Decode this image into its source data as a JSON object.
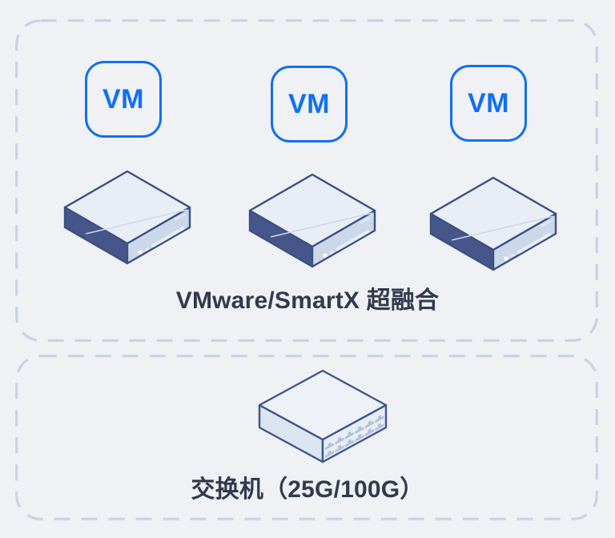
{
  "diagram": {
    "background_color": "#eff1f5",
    "frame_dash_color": "#c9d2e2",
    "accent_blue": "#1170ef",
    "label_text_color": "#333a4c",
    "server_dark_face_color": "#46568a",
    "server_outline_color": "#3b5082",
    "hci_group": {
      "label": "VMware/SmartX 超融合",
      "vms": [
        {
          "label": "VM"
        },
        {
          "label": "VM"
        },
        {
          "label": "VM"
        }
      ],
      "server_count": 3
    },
    "network_group": {
      "label": "交换机（25G/100G）",
      "switch_port_rows": 2,
      "switch_ports_per_row": 6
    }
  }
}
